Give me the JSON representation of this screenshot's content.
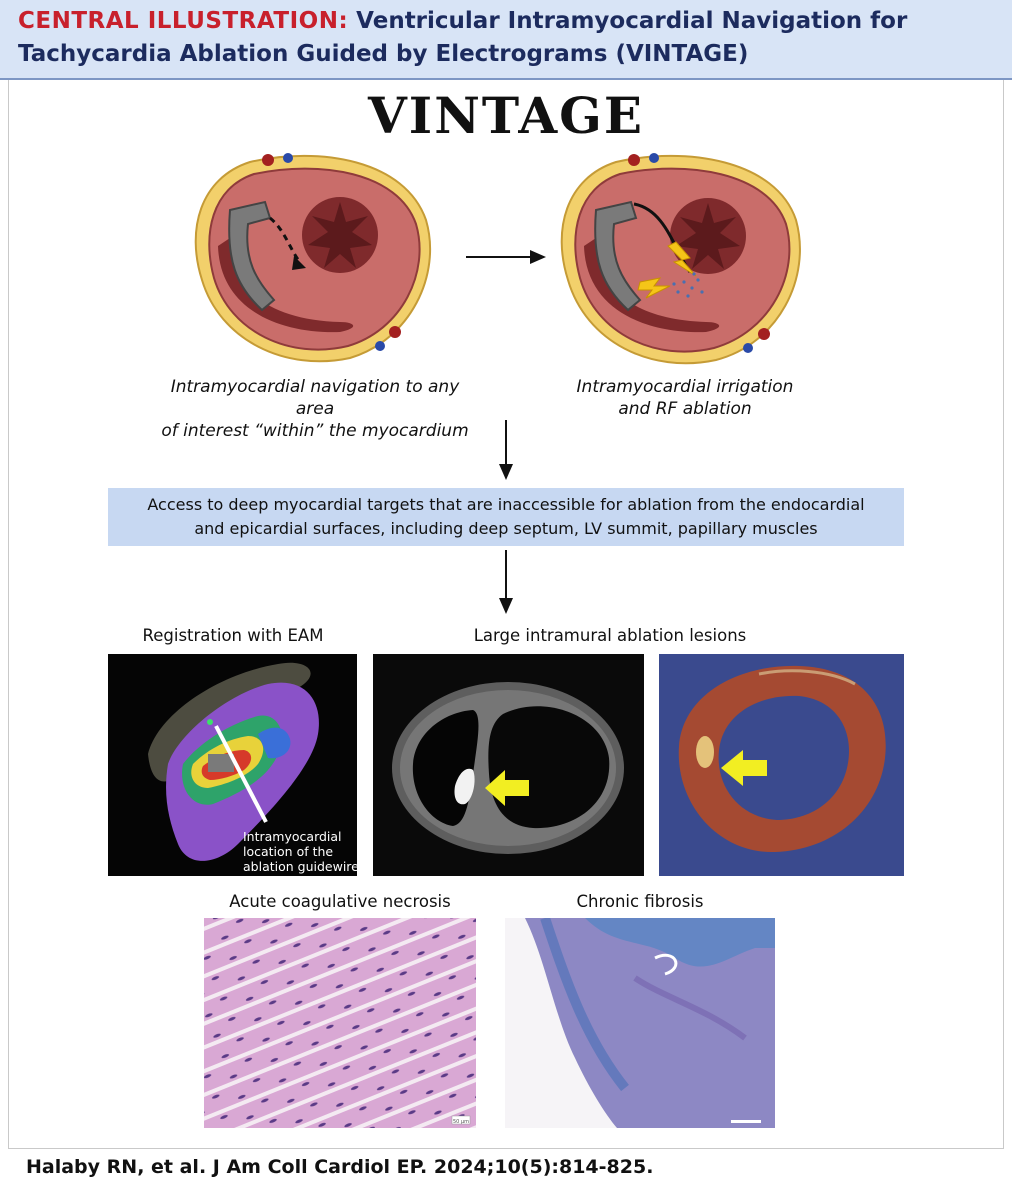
{
  "header": {
    "prefix": "CENTRAL ILLUSTRATION:",
    "title_line1": "Ventricular Intramyocardial Navigation for",
    "title_line2": "Tachycardia Ablation Guided by Electrograms (VINTAGE)"
  },
  "logo_text": "VINTAGE",
  "captions": {
    "left": [
      "Intramyocardial navigation to any area",
      "of interest “within” the myocardium"
    ],
    "right": [
      "Intramyocardial irrigation",
      "and RF ablation"
    ]
  },
  "access_box": [
    "Access to deep myocardial targets that are inaccessible for ablation from the endocardial",
    "and epicardial surfaces, including deep septum, LV summit, papillary muscles"
  ],
  "panels": {
    "registration_title": "Registration with EAM",
    "lesions_title": "Large intramural ablation lesions",
    "necrosis_title": "Acute coagulative necrosis",
    "fibrosis_title": "Chronic fibrosis"
  },
  "eam_label": [
    "Intramyocardial",
    "location of the",
    "ablation guidewire"
  ],
  "scale_label": "50 μm",
  "citation": "Halaby RN, et al. J Am Coll Cardiol EP. 2024;10(5):814-825.",
  "colors": {
    "header_bg": "#d8e4f6",
    "header_text": "#1c2b5e",
    "accent_red": "#c8202c",
    "box_bg": "#c7d8f2",
    "arrow_yellow": "#f2ee22"
  }
}
